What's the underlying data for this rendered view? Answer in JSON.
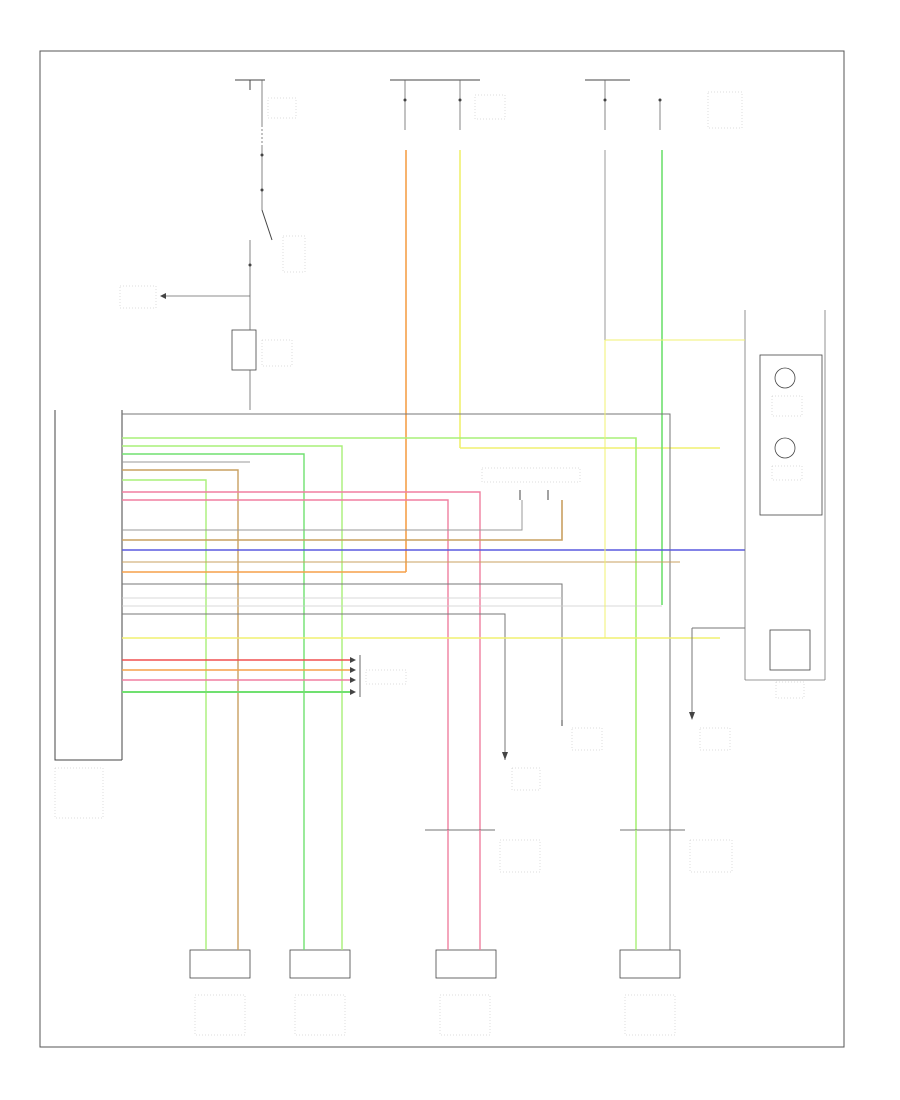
{
  "colors": {
    "orange": "#f5a04a",
    "yellow": "#f0f070",
    "green": "#70e070",
    "lightgreen": "#a8f078",
    "pink": "#f07fa0",
    "red": "#f05050",
    "blue": "#5a5adf",
    "tan": "#c9a060",
    "gray": "#888888",
    "black": "#444444"
  },
  "icons": [
    "ground-symbol",
    "connector-arrow",
    "switch-contact",
    "lamp-bulb"
  ],
  "diagram": {
    "footer_code": "",
    "labels": {}
  }
}
